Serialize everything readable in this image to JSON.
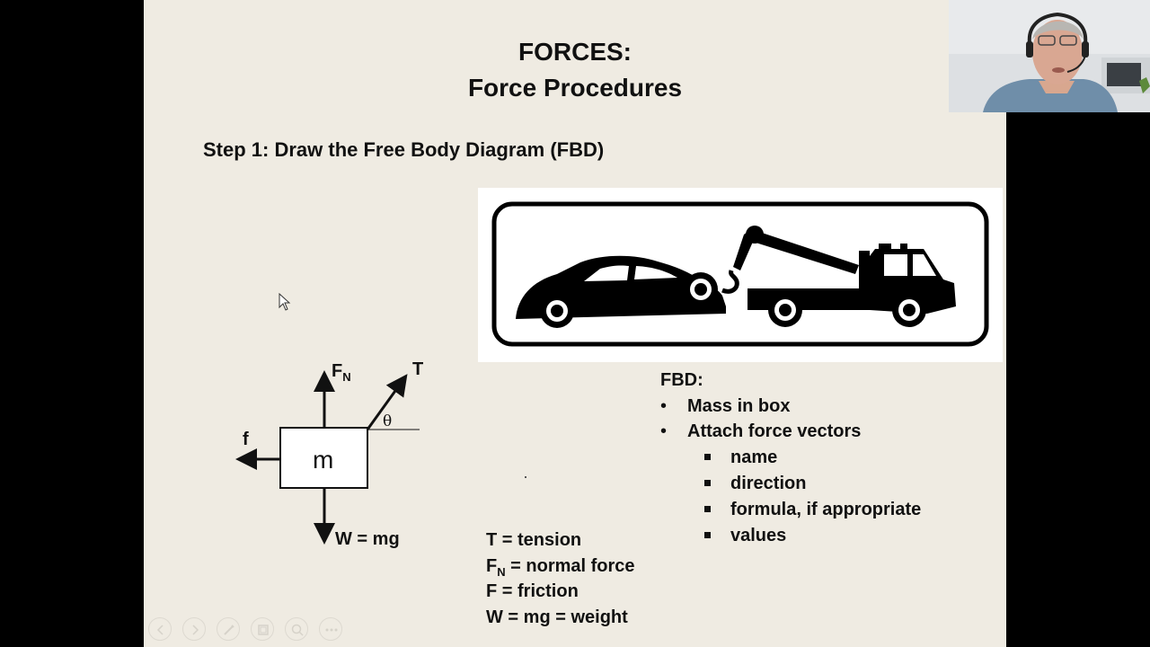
{
  "slide": {
    "title_line1": "FORCES:",
    "title_line2": "Force Procedures",
    "step_text": "Step 1: Draw the Free Body Diagram (FBD)"
  },
  "diagram": {
    "box_label": "m",
    "normal_label": "F",
    "normal_sub": "N",
    "tension_label": "T",
    "angle_label": "θ",
    "friction_label": "f",
    "weight_label": "W = mg"
  },
  "fbd_list": {
    "heading": "FBD:",
    "items": [
      "Mass in box",
      "Attach force vectors"
    ],
    "subitems": [
      "name",
      "direction",
      "formula, if appropriate",
      "values"
    ]
  },
  "legend": {
    "tension": "T = tension",
    "normal_prefix": "F",
    "normal_sub": "N",
    "normal_rest": " = normal force",
    "friction": "F = friction",
    "weight": "W = mg = weight"
  },
  "sign_image": "tow-truck-sign",
  "colors": {
    "slide_bg": "#efebe2",
    "text": "#111111",
    "frame": "#000000"
  }
}
